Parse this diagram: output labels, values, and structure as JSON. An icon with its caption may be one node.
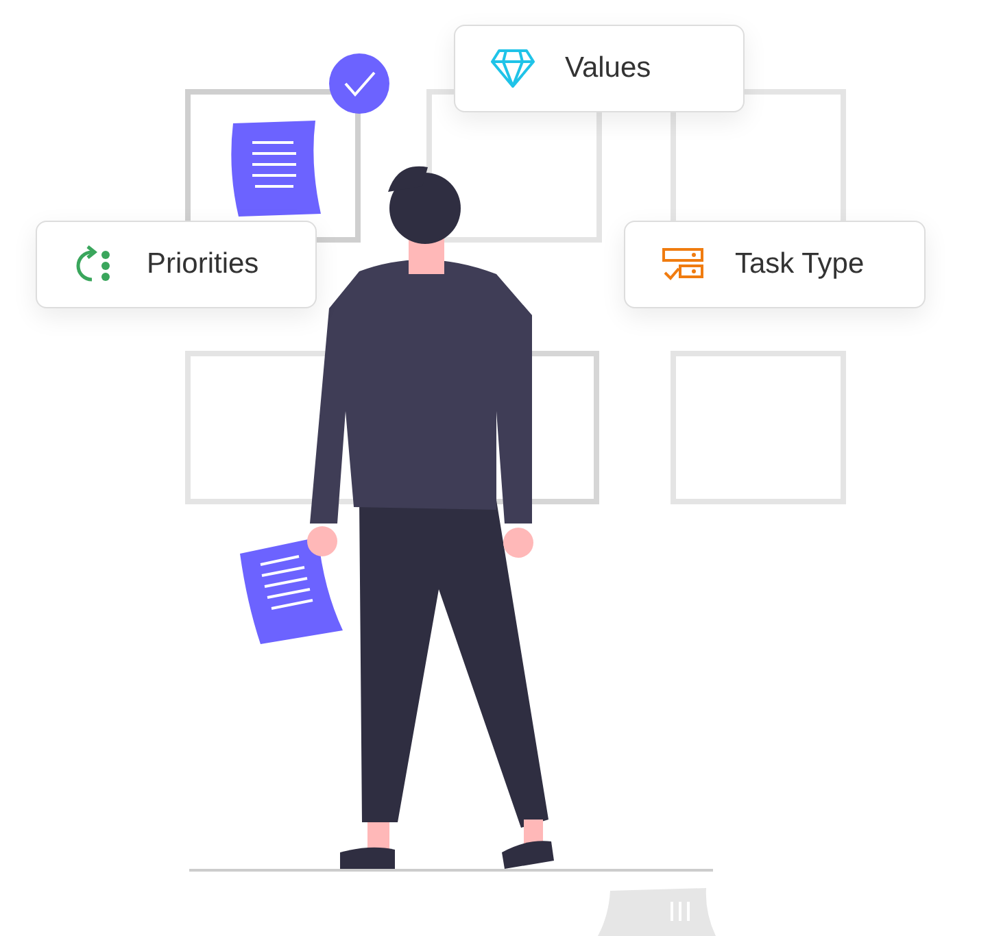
{
  "diagram": {
    "nodes": [
      {
        "text": [
          "Values"
        ]
      },
      {
        "text": [
          "Priorities"
        ]
      },
      {
        "text": [
          "Task Type"
        ]
      }
    ]
  }
}
